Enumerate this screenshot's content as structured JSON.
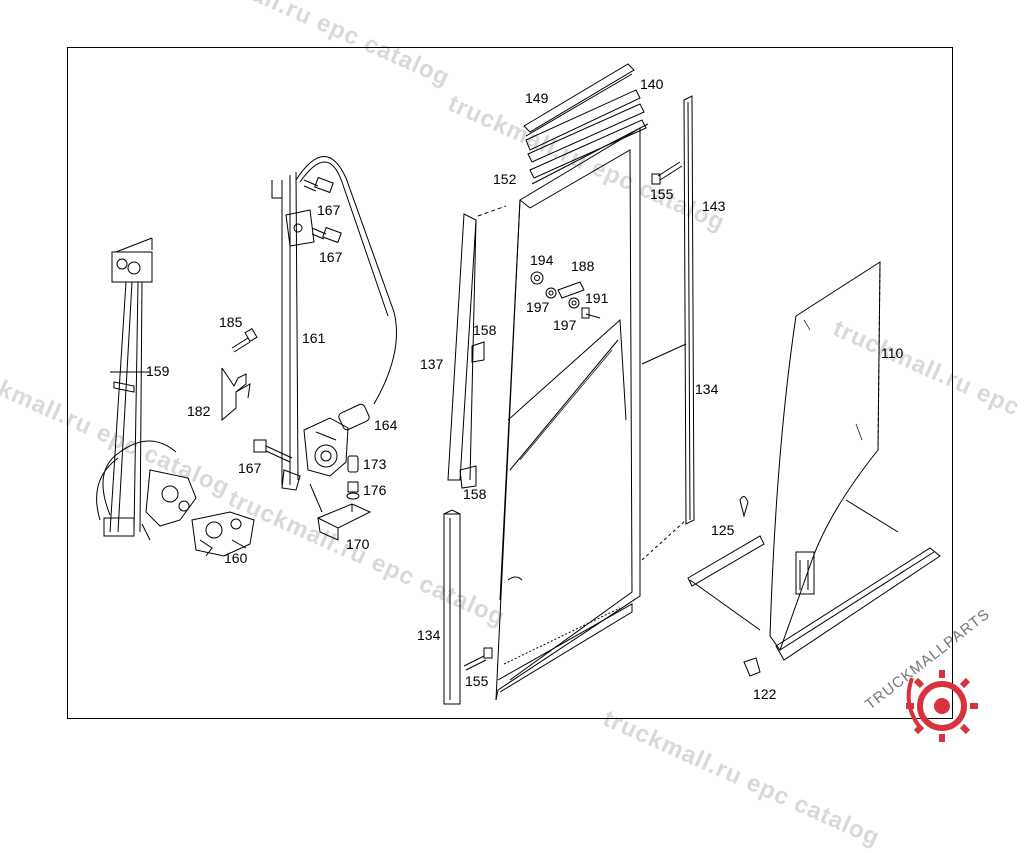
{
  "watermark": {
    "text": "truckmall.ru epc catalog",
    "color": "#d9d9d9"
  },
  "logo": {
    "text": "TRUCKMALLPARTS",
    "accent_color": "#d6333f",
    "icon": "gear-icon"
  },
  "callouts": {
    "c140": "140",
    "c149": "149",
    "c152": "152",
    "c155_top": "155",
    "c143": "143",
    "c167_a": "167",
    "c167_b": "167",
    "c167_c": "167",
    "c194": "194",
    "c188": "188",
    "c197_a": "197",
    "c191": "191",
    "c197_b": "197",
    "c185": "185",
    "c161": "161",
    "c158_a": "158",
    "c137": "137",
    "c110": "110",
    "c159": "159",
    "c182": "182",
    "c164": "164",
    "c134_a": "134",
    "c173": "173",
    "c176": "176",
    "c158_b": "158",
    "c125": "125",
    "c170": "170",
    "c160": "160",
    "c134_b": "134",
    "c155_bottom": "155",
    "c122": "122"
  }
}
